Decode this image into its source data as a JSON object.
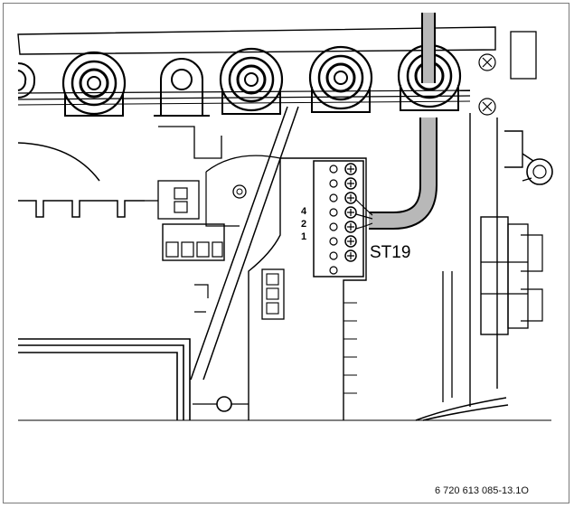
{
  "diagram": {
    "pin_labels": [
      "4",
      "2",
      "1"
    ],
    "connector_label": "ST19",
    "reference_code": "6 720 613 085-13.1O",
    "colors": {
      "line": "#000000",
      "cable_fill": "#b8b8b8",
      "frame_border": "#7a7a7a"
    }
  }
}
